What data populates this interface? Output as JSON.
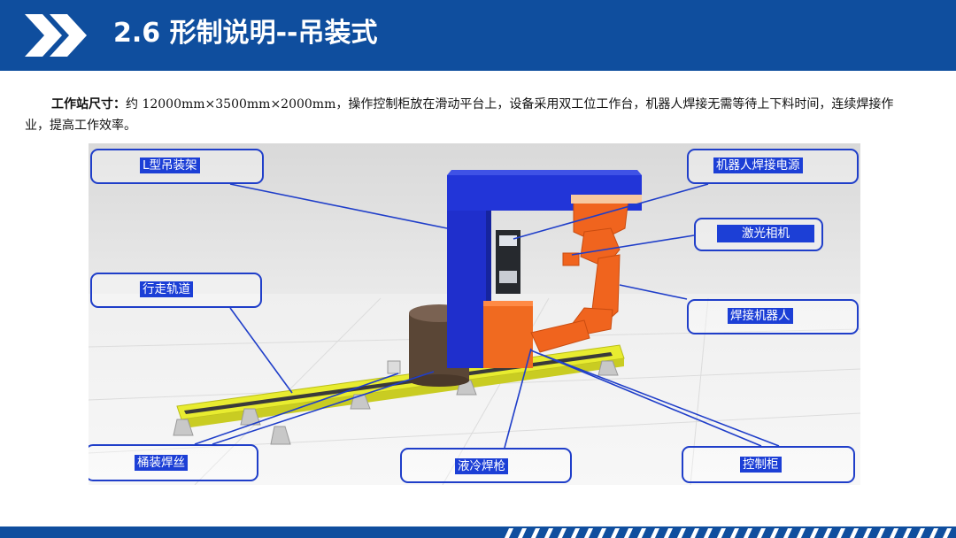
{
  "header": {
    "title": "2.6 形制说明--吊装式",
    "brand_color": "#0f4e9e"
  },
  "description": {
    "lead": "工作站尺寸：",
    "body": "约 12000mm×3500mm×2000mm，操作控制柜放在滑动平台上，设备采用双工位工作台，机器人焊接无需等待上下料时间，连续焊接作业，提高工作效率。"
  },
  "figure": {
    "labels": {
      "gantry": "L型吊装架",
      "power": "机器人焊接电源",
      "camera": "激光相机",
      "track": "行走轨道",
      "robot": "焊接机器人",
      "wire": "桶装焊丝",
      "torch": "液冷焊枪",
      "cabinet": "控制柜"
    },
    "colors": {
      "gantry": "#1f2fcc",
      "robot": "#f0641e",
      "track": "#e8ec30",
      "label_bg": "#1c3fd6"
    }
  }
}
